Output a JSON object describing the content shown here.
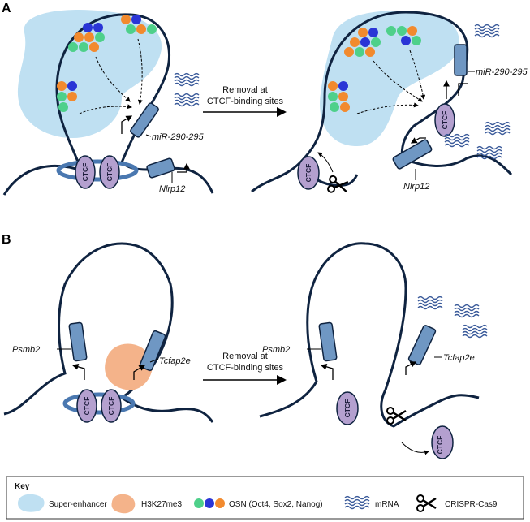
{
  "panels": {
    "a": "A",
    "b": "B"
  },
  "arrow_labels": {
    "a_line1": "Removal at",
    "a_line2": "CTCF-binding sites",
    "b_line1": "Removal at",
    "b_line2": "CTCF-binding sites"
  },
  "genes": {
    "mir": "miR-290-295",
    "nlrp12": "Nlrp12",
    "psmb2": "Psmb2",
    "tcfap2e": "Tcfap2e"
  },
  "ctcf": "CTCF",
  "key": {
    "title": "Key",
    "super_enhancer": "Super-enhancer",
    "h3k27me3": "H3K27me3",
    "osn": "OSN (Oct4, Sox2, Nanog)",
    "mrna": "mRNA",
    "crispr": "CRISPR-Cas9"
  },
  "colors": {
    "dna": "#0f2340",
    "super_enhancer": "#bfe0f2",
    "gene_box": "#6f97c3",
    "ctcf_fill": "#b4a0cf",
    "h3k27me3": "#f4b38a",
    "oct4": "#4ed08a",
    "sox2": "#2a35d6",
    "nanog": "#f28a2e",
    "mrna": "#3a5a9a"
  }
}
